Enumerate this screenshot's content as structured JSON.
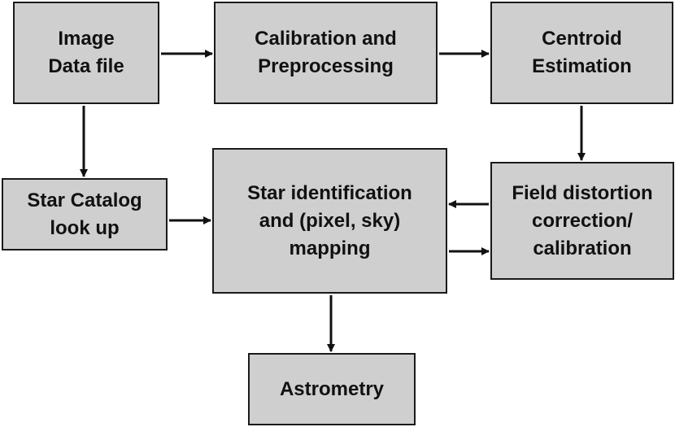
{
  "boxes": {
    "image_data_file": "Image\nData file",
    "calibration": "Calibration and\nPreprocessing",
    "centroid": "Centroid\nEstimation",
    "star_catalog": "Star Catalog\nlook up",
    "star_identification": "Star identification\nand (pixel, sky)\nmapping",
    "field_distortion": "Field distortion\ncorrection/\ncalibration",
    "astrometry": "Astrometry"
  },
  "colors": {
    "box_fill": "#cfcfcf",
    "box_border": "#1a1a1a",
    "arrow": "#111111",
    "background": "#ffffff"
  }
}
